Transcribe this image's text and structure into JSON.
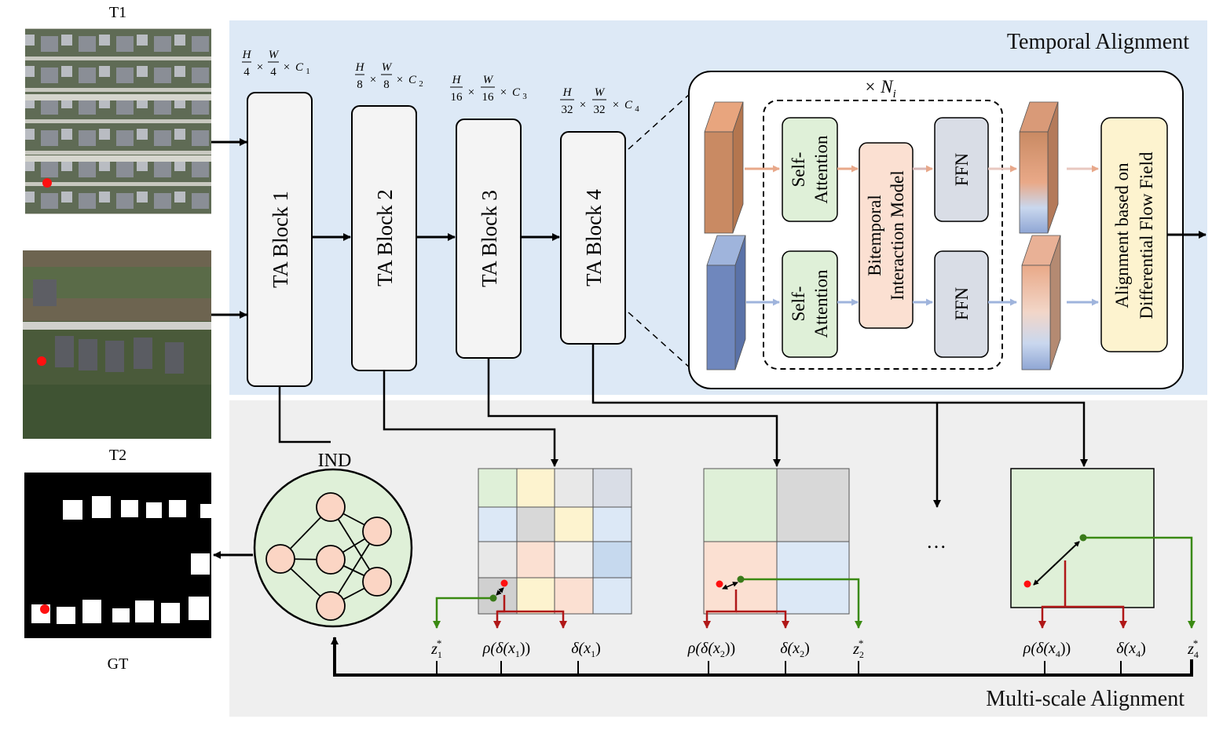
{
  "panels": {
    "temporal_title": "Temporal Alignment",
    "multiscale_title": "Multi-scale Alignment"
  },
  "images": {
    "t1_label": "T1",
    "t2_label": "T2",
    "gt_label": "GT"
  },
  "blocks": [
    {
      "label": "TA Block 1",
      "dim": {
        "h": "H",
        "hd": "4",
        "w": "W",
        "wd": "4",
        "c": "C",
        "ci": "1"
      }
    },
    {
      "label": "TA Block 2",
      "dim": {
        "h": "H",
        "hd": "8",
        "w": "W",
        "wd": "8",
        "c": "C",
        "ci": "2"
      }
    },
    {
      "label": "TA Block 3",
      "dim": {
        "h": "H",
        "hd": "16",
        "w": "W",
        "wd": "16",
        "c": "C",
        "ci": "3"
      }
    },
    {
      "label": "TA Block 4",
      "dim": {
        "h": "H",
        "hd": "32",
        "w": "W",
        "wd": "32",
        "c": "C",
        "ci": "4"
      }
    }
  ],
  "times_sign": "×",
  "detail": {
    "repeat": "× N",
    "repeat_sub": "i",
    "self_attention": [
      "Self-",
      "Attention"
    ],
    "bitemporal": [
      "Bitemporal",
      "Interaction Model"
    ],
    "ffn": "FFN",
    "alignment": [
      "Alignment based on",
      "Differential Flow Field"
    ]
  },
  "ind_label": "IND",
  "ellipsis": "…",
  "labels": {
    "scale1": {
      "z": "z",
      "z_sub": "1",
      "rho": "ρ(δ(x",
      "rho_sub": "1",
      "rho_end": "))",
      "delta": "δ(x",
      "delta_sub": "1",
      "delta_end": ")"
    },
    "scale2": {
      "z": "z",
      "z_sub": "2",
      "rho": "ρ(δ(x",
      "rho_sub": "2",
      "rho_end": "))",
      "delta": "δ(x",
      "delta_sub": "2",
      "delta_end": ")"
    },
    "scale4": {
      "z": "z",
      "z_sub": "4",
      "rho": "ρ(δ(x",
      "rho_sub": "4",
      "rho_end": "))",
      "delta": "δ(x",
      "delta_sub": "4",
      "delta_end": ")"
    },
    "star": "*"
  },
  "colors": {
    "temporal_bg": "#dde9f6",
    "multiscale_bg": "#efefef",
    "orange": "#c98a63",
    "blue": "#6f87bd",
    "green_box": "#dff0d8",
    "peach_box": "#fbe0d2",
    "gray_box": "#d9dde6",
    "yellow_box": "#fdf3cf",
    "red_arrow": "#b01818",
    "green_arrow": "#3a8a12"
  }
}
